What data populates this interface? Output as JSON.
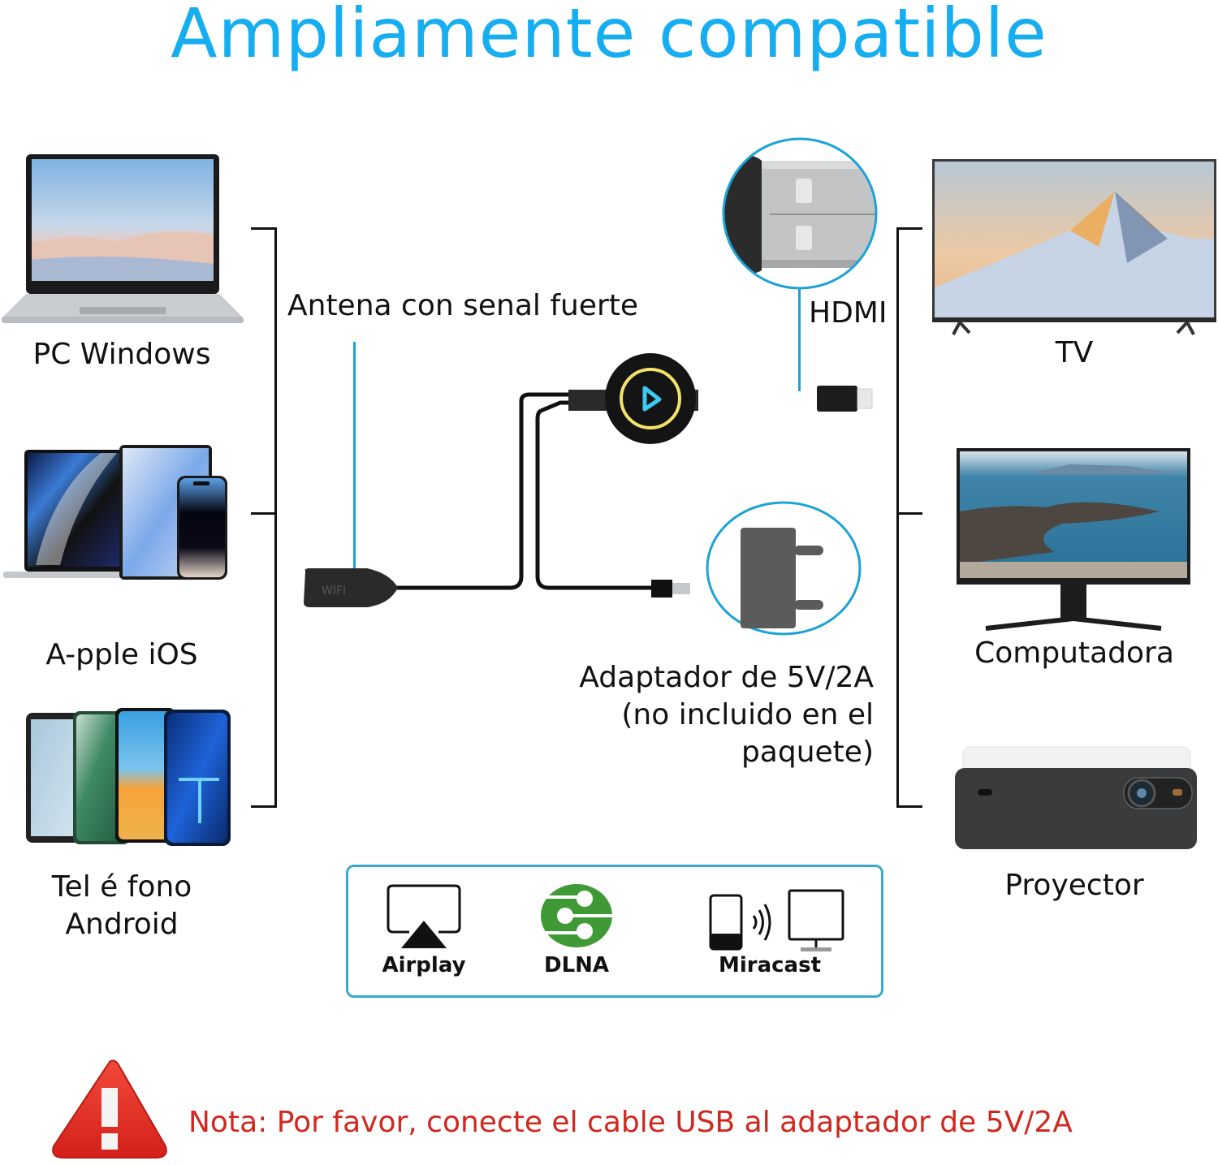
{
  "title": "Ampliamente compatible",
  "colors": {
    "title": "#16aef0",
    "callout_line": "#1ba3d6",
    "note_text": "#d0281f",
    "warning_triangle": "#e0251b",
    "dlna_green": "#3f9a36",
    "dongle_ring": "#f3e26a",
    "dongle_icon": "#3cc8f0"
  },
  "sources": [
    {
      "label": "PC Windows",
      "icon": "laptop-icon"
    },
    {
      "label": "A-pple iOS",
      "icon": "apple-devices-icon"
    },
    {
      "label": "Tel é fono",
      "label2": "Android",
      "icon": "android-phones-icon"
    }
  ],
  "targets": [
    {
      "label": "TV",
      "icon": "tv-icon"
    },
    {
      "label": "Computadora",
      "icon": "monitor-icon"
    },
    {
      "label": "Proyector",
      "icon": "projector-icon"
    }
  ],
  "callouts": {
    "antenna": "Antena con senal fuerte",
    "hdmi": "HDMI",
    "adapter_line1": "Adaptador de 5V/2A",
    "adapter_line2": "(no incluido en el paquete)"
  },
  "protocols": [
    {
      "label": "Airplay",
      "icon": "airplay-icon"
    },
    {
      "label": "DLNA",
      "icon": "dlna-icon"
    },
    {
      "label": "Miracast",
      "icon": "miracast-icon"
    }
  ],
  "note": "Nota: Por favor, conecte el cable USB al adaptador de 5V/2A",
  "antenna_tag": "WIFI"
}
